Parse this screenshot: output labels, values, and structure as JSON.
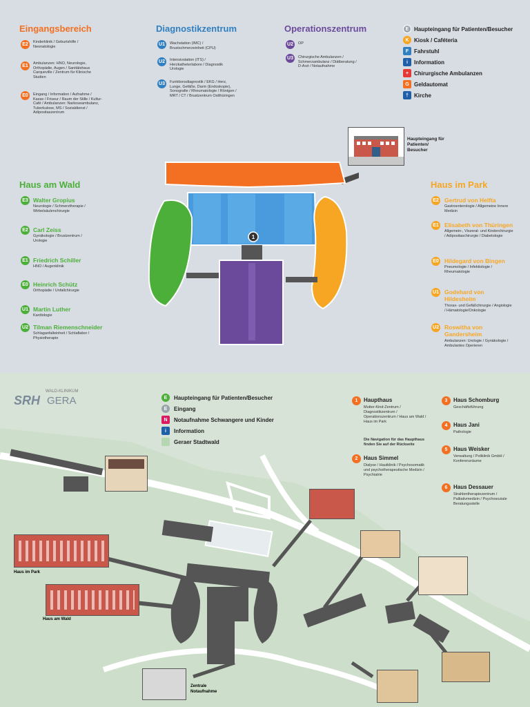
{
  "colors": {
    "orange": "#f36f21",
    "blue": "#2f7fc1",
    "purple": "#6b4a9b",
    "green": "#4caf3a",
    "yellow": "#f6a623",
    "blue_light": "#4a9bdd",
    "red": "#e53935",
    "pink": "#d81b60"
  },
  "sections": {
    "eingang": {
      "title": "Eingangsbereich",
      "items": [
        {
          "code": "E2",
          "text": "Kinderklinik / Geburtshilfe / Neonatologie"
        },
        {
          "code": "E1",
          "text": "Ambulanzen: HNO, Neurologie, Orthopädie, Augen / Sanitätshaus Carqueville / Zentrum für Klinische Studien"
        },
        {
          "code": "E0",
          "text": "Eingang / Information / Aufnahme / Kasse / Friseur / Raum der Stille / Kultur-Café / Ambulanzen: Narkoseambulanz, Tuberkulose, MS / Sozialdienst / Adipositaszentrum"
        }
      ]
    },
    "diagnostik": {
      "title": "Diagnostikzentrum",
      "items": [
        {
          "code": "U1",
          "text": "Wachstation (IMC) / Brustschmerzeinheit (CPU)"
        },
        {
          "code": "U2",
          "text": "Intensivstation (ITS) / Herzkatheterlabore / Diagnostik Urologie"
        },
        {
          "code": "U3",
          "text": "Funktionsdiagnostik / EKG / Herz, Lunge, Gefäße, Darm (Endoskopie), Sonografie / Rheumatologie / Röntgen / MRT / CT / Brustzentrum Ostthüringen"
        }
      ]
    },
    "op": {
      "title": "Operationszentrum",
      "items": [
        {
          "code": "U2",
          "text": "OP"
        },
        {
          "code": "U3",
          "text": "Chirurgische Ambulanzen / Schmerzambulanz / Diätberatung / D-Arzt / Notaufnahme"
        }
      ]
    },
    "legend_top": [
      {
        "icon": "E",
        "label": "Haupteingang für Patienten/Besucher"
      },
      {
        "icon": "K",
        "label": "Kiosk / Caféteria"
      },
      {
        "icon": "F",
        "label": "Fahrstuhl"
      },
      {
        "icon": "i",
        "label": "Information"
      },
      {
        "icon": "+",
        "label": "Chirurgische Ambulanzen"
      },
      {
        "icon": "G",
        "label": "Geldautomat"
      },
      {
        "icon": "†",
        "label": "Kirche"
      }
    ],
    "haupteingang_pic": "Haupteingang für Patienten/ Besucher",
    "haus_wald": {
      "title": "Haus am Wald",
      "items": [
        {
          "code": "E3",
          "name": "Walter Gropius",
          "text": "Neurologie / Schmerztherapie / Wirbelsäulenchirurgie"
        },
        {
          "code": "E2",
          "name": "Carl Zeiss",
          "text": "Gynäkologie / Brustzentrum / Urologie"
        },
        {
          "code": "E1",
          "name": "Friedrich Schiller",
          "text": "HNO / Augenklinik"
        },
        {
          "code": "E0",
          "name": "Heinrich Schütz",
          "text": "Orthopädie / Unfallchirurgie"
        },
        {
          "code": "U1",
          "name": "Martin Luther",
          "text": "Kardiologie"
        },
        {
          "code": "U2",
          "name": "Tilman Riemenschneider",
          "text": "Schlaganfalleinheit / Schlaflabor / Physiotherapie"
        }
      ]
    },
    "haus_park": {
      "title": "Haus im Park",
      "items": [
        {
          "code": "E2",
          "name": "Gertrud von Helfta",
          "text": "Gastroenterologie / Allgemeine Innere Medizin"
        },
        {
          "code": "E1",
          "name": "Elisabeth von Thüringen",
          "text": "Allgemein-, Viszeral- und Kinderchirurgie / Adipositaschirurgie / Diabetologie"
        },
        {
          "code": "E0",
          "name": "Hildegard von Bingen",
          "text": "Pneumologie / Infektiologie / Rheumatologie"
        },
        {
          "code": "U1",
          "name": "Godehard von Hildesheim",
          "text": "Thorax- und Gefäßchirurgie / Angiologie / Hämatologie/Onkologie"
        },
        {
          "code": "U2",
          "name": "Roswitha von Gandersheim",
          "text": "Ambulanzen: Urologie / Gynäkologie / Ambulantes Operieren"
        }
      ]
    }
  },
  "lower": {
    "logo_top": "WALD-KLINIKUM",
    "logo_main": "SRH",
    "logo_city": "GERA",
    "legend": [
      {
        "icon": "E",
        "label": "Haupteingang für Patienten/Besucher"
      },
      {
        "icon": "E",
        "label": "Eingang"
      },
      {
        "icon": "N",
        "label": "Notaufnahme Schwangere und Kinder"
      },
      {
        "icon": "i",
        "label": "Information"
      },
      {
        "icon": "",
        "label": "Geraer Stadtwald"
      }
    ],
    "houses": [
      {
        "num": "1",
        "name": "Haupthaus",
        "sub": "Mutter-Kind-Zentrum / Diagnostikzentrum / Operationszentrum / Haus am Wald / Haus im Park"
      },
      {
        "num": "2",
        "name": "Haus Simmel",
        "sub": "Dialyse / Hautklinik / Psychosomatik und psychotherapeutische Medizin / Psychiatrie"
      },
      {
        "num": "3",
        "name": "Haus Schomburg",
        "sub": "Geschäftsführung"
      },
      {
        "num": "4",
        "name": "Haus Jani",
        "sub": "Pathologie"
      },
      {
        "num": "5",
        "name": "Haus Weisker",
        "sub": "Verwaltung / Poliklinik GmbH / Konferenzräume"
      },
      {
        "num": "6",
        "name": "Haus Dessauer",
        "sub": "Strahlentherapiezentrum / Palliativmedizin / Psychosoziale Beratungsstelle"
      }
    ],
    "nav_note": "Die Navigation für das Haupthaus finden Sie auf der Rückseite",
    "labels": {
      "park": "Haus im Park",
      "wald": "Haus am Wald",
      "zentrale": "Zentrale Notaufnahme"
    }
  }
}
